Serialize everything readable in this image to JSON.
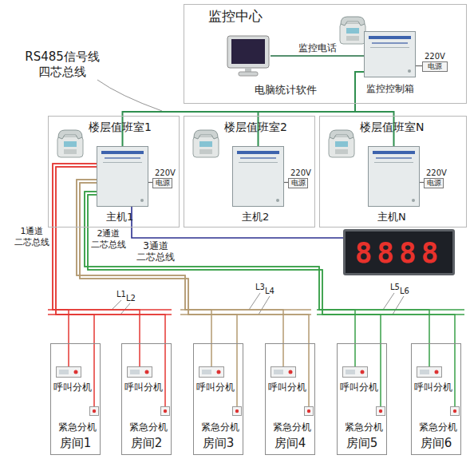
{
  "diagram": {
    "nodes": [
      {
        "text": [
          "监控中心"
        ]
      },
      {
        "text": [
          "电脑统计软件"
        ],
        "in": 0
      },
      {
        "text": [
          "监控控制箱"
        ],
        "in": 0
      },
      {
        "text": [
          "220V",
          "电源"
        ],
        "in": 0
      },
      {
        "text": [
          "楼层值班室1"
        ]
      },
      {
        "text": [
          "主机1"
        ],
        "in": 4
      },
      {
        "text": [
          "220V",
          "电源"
        ],
        "in": 4
      },
      {
        "text": [
          "楼层值班室2"
        ]
      },
      {
        "text": [
          "主机2"
        ],
        "in": 7
      },
      {
        "text": [
          "220V",
          "电源"
        ],
        "in": 7
      },
      {
        "text": [
          "楼层值班室N"
        ]
      },
      {
        "text": [
          "主机N"
        ],
        "in": 10
      },
      {
        "text": [
          "220V",
          "电源"
        ],
        "in": 10
      },
      {
        "text": [
          "8888"
        ]
      },
      {
        "text": [
          "房间1"
        ]
      },
      {
        "text": [
          "呼叫分机"
        ],
        "in": 14
      },
      {
        "text": [
          "紧急分机"
        ],
        "in": 14
      },
      {
        "text": [
          "房间2"
        ]
      },
      {
        "text": [
          "呼叫分机"
        ],
        "in": 17
      },
      {
        "text": [
          "紧急分机"
        ],
        "in": 17
      },
      {
        "text": [
          "房间3"
        ]
      },
      {
        "text": [
          "呼叫分机"
        ],
        "in": 20
      },
      {
        "text": [
          "紧急分机"
        ],
        "in": 20
      },
      {
        "text": [
          "房间4"
        ]
      },
      {
        "text": [
          "呼叫分机"
        ],
        "in": 23
      },
      {
        "text": [
          "紧急分机"
        ],
        "in": 23
      },
      {
        "text": [
          "房间5"
        ]
      },
      {
        "text": [
          "呼叫分机"
        ],
        "in": 26
      },
      {
        "text": [
          "紧急分机"
        ],
        "in": 26
      },
      {
        "text": [
          "房间6"
        ]
      },
      {
        "text": [
          "呼叫分机"
        ],
        "in": 29
      },
      {
        "text": [
          "紧急分机"
        ],
        "in": 29
      }
    ],
    "edges": [
      {
        "from": 1,
        "to": 2,
        "arrow": "none",
        "label": "监控电话"
      },
      {
        "from": 2,
        "to": 3,
        "arrow": "none"
      },
      {
        "from": 2,
        "to": 5,
        "arrow": "none"
      },
      {
        "from": 2,
        "to": 8,
        "arrow": "none"
      },
      {
        "from": 2,
        "to": 11,
        "arrow": "none"
      },
      {
        "from": 5,
        "to": 6,
        "arrow": "none"
      },
      {
        "from": 8,
        "to": 9,
        "arrow": "none"
      },
      {
        "from": 11,
        "to": 12,
        "arrow": "none"
      },
      {
        "from": 5,
        "to": 13,
        "arrow": "none"
      },
      {
        "from": 5,
        "to": 15,
        "arrow": "none"
      },
      {
        "from": 5,
        "to": 16,
        "arrow": "none"
      },
      {
        "from": 5,
        "to": 18,
        "arrow": "none"
      },
      {
        "from": 5,
        "to": 19,
        "arrow": "none"
      },
      {
        "from": 5,
        "to": 21,
        "arrow": "none"
      },
      {
        "from": 5,
        "to": 22,
        "arrow": "none"
      },
      {
        "from": 5,
        "to": 24,
        "arrow": "none"
      },
      {
        "from": 5,
        "to": 25,
        "arrow": "none"
      },
      {
        "from": 5,
        "to": 27,
        "arrow": "none"
      },
      {
        "from": 5,
        "to": 28,
        "arrow": "none"
      },
      {
        "from": 5,
        "to": 30,
        "arrow": "none"
      },
      {
        "from": 5,
        "to": 31,
        "arrow": "none"
      }
    ],
    "labels": [
      "RS485信号线 四芯总线",
      "1通道 二芯总线",
      "2通道 二芯总线",
      "3通道 二芯总线",
      "L1",
      "L2",
      "L3",
      "L4",
      "L5",
      "L6"
    ]
  }
}
